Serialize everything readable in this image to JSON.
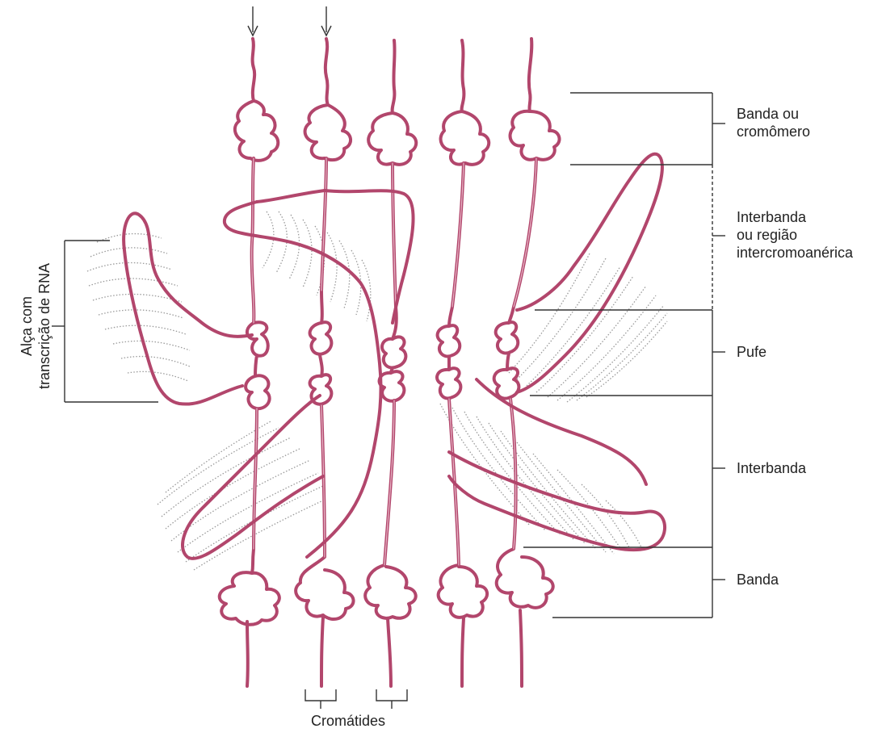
{
  "diagram": {
    "labels": {
      "banda_cromomero": [
        "Banda ou",
        "cromômero"
      ],
      "interbanda_regiao": [
        "Interbanda",
        "ou região",
        "intercromoanérica"
      ],
      "pufe": "Pufe",
      "interbanda": "Interbanda",
      "banda": "Banda",
      "alca": [
        "Alça com",
        "transcrição de RNA"
      ],
      "cromatides": "Cromátides"
    },
    "colors": {
      "chromatin": "#b2466c",
      "rna_transcripts": "#9a9a9a",
      "leader_lines": "#333333"
    }
  }
}
